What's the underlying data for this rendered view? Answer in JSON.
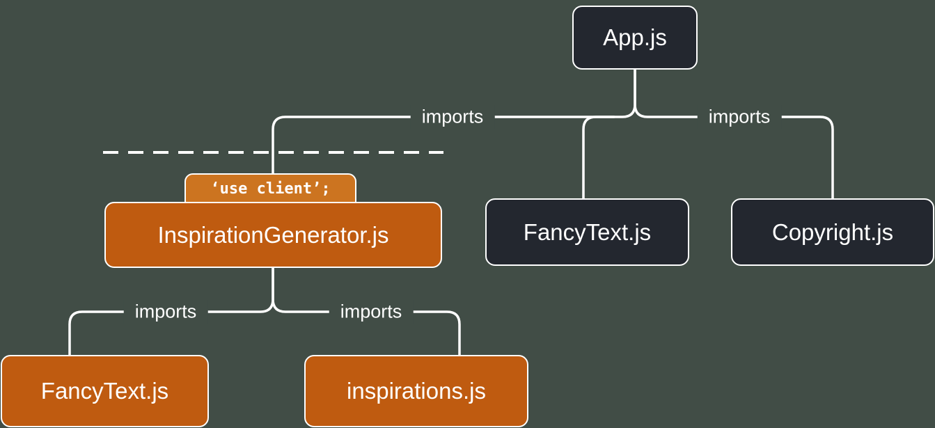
{
  "diagram": {
    "description": "Module dependency tree showing the 'use client' boundary",
    "nodes": {
      "app": {
        "label": "App.js",
        "type": "server"
      },
      "inspiration_generator": {
        "label": "InspirationGenerator.js",
        "type": "client",
        "directive": "‘use client’;"
      },
      "fancytext_top": {
        "label": "FancyText.js",
        "type": "server"
      },
      "copyright": {
        "label": "Copyright.js",
        "type": "server"
      },
      "fancytext_bottom": {
        "label": "FancyText.js",
        "type": "client"
      },
      "inspirations": {
        "label": "inspirations.js",
        "type": "client"
      }
    },
    "edges": [
      {
        "from": "App.js",
        "to": "InspirationGenerator.js",
        "label": "imports"
      },
      {
        "from": "App.js",
        "to": "FancyText.js",
        "label": ""
      },
      {
        "from": "App.js",
        "to": "Copyright.js",
        "label": "imports"
      },
      {
        "from": "InspirationGenerator.js",
        "to": "FancyText.js",
        "label": "imports"
      },
      {
        "from": "InspirationGenerator.js",
        "to": "inspirations.js",
        "label": "imports"
      }
    ],
    "colors": {
      "background": "#414d46",
      "server_fill": "#23272f",
      "client_fill": "#bf5b10",
      "directive_tab_fill": "#cc7420",
      "line": "#ffffff",
      "text": "#ffffff"
    }
  }
}
